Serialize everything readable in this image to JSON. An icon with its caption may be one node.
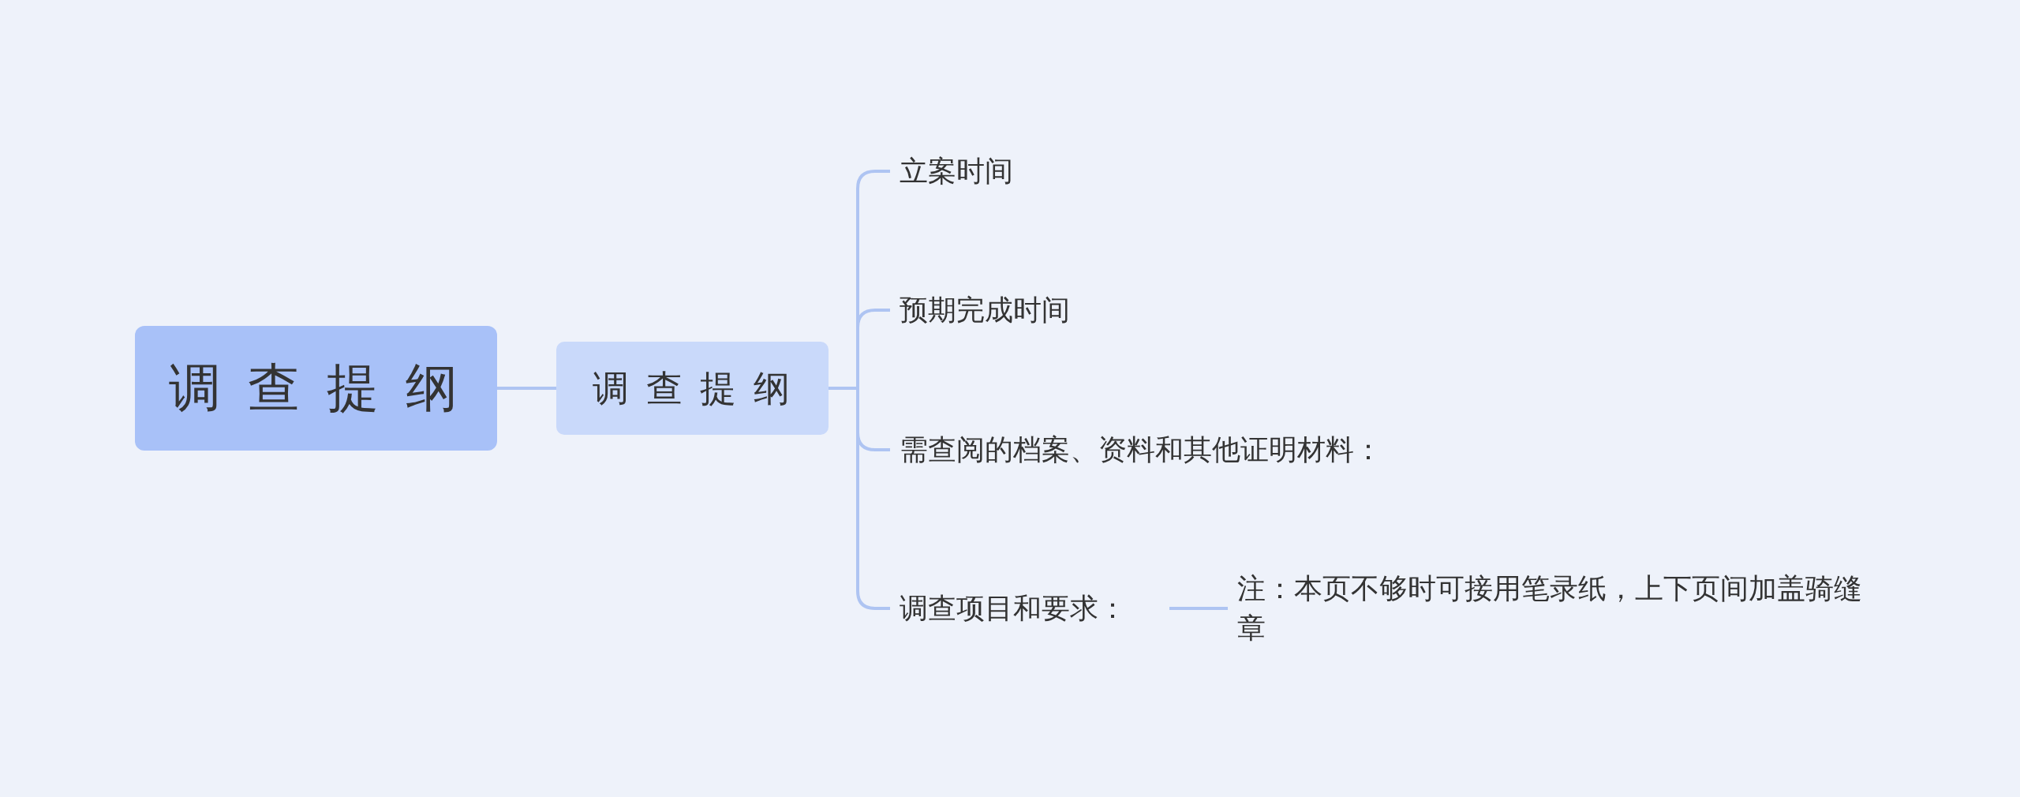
{
  "diagram": {
    "nodes": [
      {
        "text": [
          "调 查 提 纲"
        ]
      },
      {
        "text": [
          "调 查 提 纲"
        ]
      },
      {
        "text": [
          "立案时间"
        ]
      },
      {
        "text": [
          "预期完成时间"
        ]
      },
      {
        "text": [
          "需查阅的档案、资料和其他证明材料："
        ]
      },
      {
        "text": [
          "调查项目和要求："
        ]
      },
      {
        "text": [
          "注：本页不够时可接用笔录纸，上下页间加盖骑缝章"
        ]
      }
    ],
    "edges": [
      {
        "from": 0,
        "to": 1,
        "arrow": "none"
      },
      {
        "from": 1,
        "to": 2,
        "arrow": "none"
      },
      {
        "from": 1,
        "to": 3,
        "arrow": "none"
      },
      {
        "from": 1,
        "to": 4,
        "arrow": "none"
      },
      {
        "from": 1,
        "to": 5,
        "arrow": "none"
      },
      {
        "from": 5,
        "to": 6,
        "arrow": "none"
      }
    ]
  }
}
